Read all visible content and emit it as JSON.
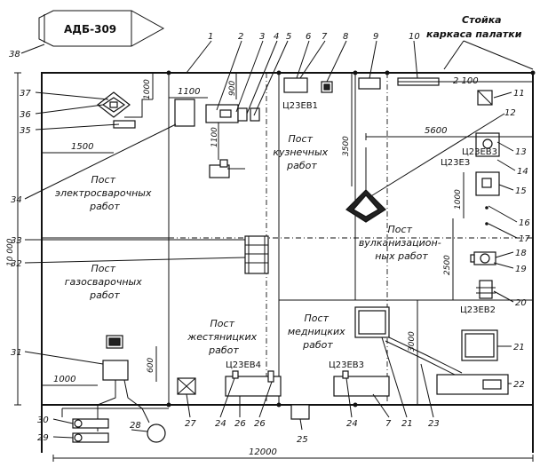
{
  "trailer": {
    "label": "АДБ-309",
    "number": "38"
  },
  "frame_post_label": "Стойка\nкаркаса палатки",
  "posts": {
    "electric_welding": "Пост\nэлектросварочных\nработ",
    "gas_welding": "Пост\nгазосварочных\nработ",
    "forging": "Пост\nкузнечных\nработ",
    "vulcanization": "Пост\nвулканизацион-\nных работ",
    "tinsmith": "Пост\nжестяницких\nработ",
    "coppersmith": "Пост\nмедницких\nработ"
  },
  "cabinet_labels": {
    "c23ev1": "Ц23ЕВ1",
    "c23ev2": "Ц23ЕВ2",
    "c23ev3a": "Ц23ЕВ3",
    "c23ev3b": "Ц23ЕВ3",
    "c23ev4": "Ц23ЕВ4",
    "c23ez": "Ц23ЕЗ"
  },
  "dimensions": {
    "d1000_top": "1000",
    "d1100_top": "1100",
    "d900": "900",
    "d1100_vert": "1100",
    "d1500": "1500",
    "d2100": "2 100",
    "d5600": "5600",
    "d3500": "3500",
    "d1000_right": "1000",
    "d2500": "2500",
    "d3000": "3000",
    "d600": "600",
    "d1000_bottom": "1000",
    "d12000": "12000",
    "d10000": "10 000"
  },
  "callouts": {
    "n1": "1",
    "n2": "2",
    "n3": "3",
    "n4": "4",
    "n5": "5",
    "n6": "6",
    "n7a": "7",
    "n7b": "7",
    "n8": "8",
    "n9": "9",
    "n10": "10",
    "n11": "11",
    "n12": "12",
    "n13": "13",
    "n14": "14",
    "n15": "15",
    "n16": "16",
    "n17": "17",
    "n18": "18",
    "n19": "19",
    "n20": "20",
    "n21a": "21",
    "n21b": "21",
    "n22": "22",
    "n23": "23",
    "n24a": "24",
    "n24b": "24",
    "n25": "25",
    "n26a": "26",
    "n26b": "26",
    "n27": "27",
    "n28": "28",
    "n29": "29",
    "n30": "30",
    "n31": "31",
    "n32": "32",
    "n33": "33",
    "n34": "34",
    "n35": "35",
    "n36": "36",
    "n37": "37"
  }
}
